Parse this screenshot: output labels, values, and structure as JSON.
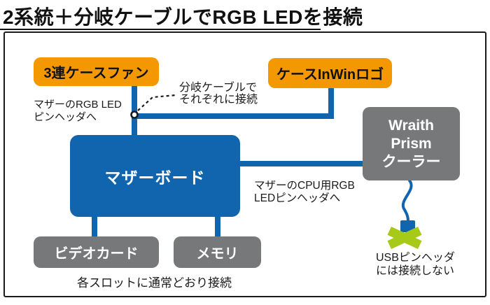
{
  "title": "2系統＋分岐ケーブルでRGB LEDを接続",
  "colors": {
    "orange": "#F39800",
    "blue": "#1164AE",
    "gray": "#77787A",
    "green": "#A7C918",
    "ink": "#1A1A1A"
  },
  "nodes": {
    "case_fan": {
      "label": "3連ケースファン"
    },
    "inwin_logo": {
      "label": "ケースInWinロゴ"
    },
    "motherboard": {
      "label": "マザーボード"
    },
    "wraith_cooler": {
      "lines": [
        "Wraith",
        "Prism",
        "クーラー"
      ]
    },
    "video_card": {
      "label": "ビデオカード"
    },
    "memory": {
      "label": "メモリ"
    }
  },
  "annotations": {
    "rgb_header": {
      "lines": [
        "マザーのRGB LED",
        "ピンヘッダへ"
      ]
    },
    "splitter_cable": {
      "lines": [
        "分岐ケーブルで",
        "それぞれに接続"
      ]
    },
    "cpu_rgb_header": {
      "lines": [
        "マザーのCPU用RGB",
        "LEDピンヘッダへ"
      ]
    },
    "usb_header_warning": {
      "lines": [
        "USBピンヘッダ",
        "には接続しない"
      ]
    },
    "slots_note": {
      "label": "各スロットに通常どおり接続"
    }
  }
}
